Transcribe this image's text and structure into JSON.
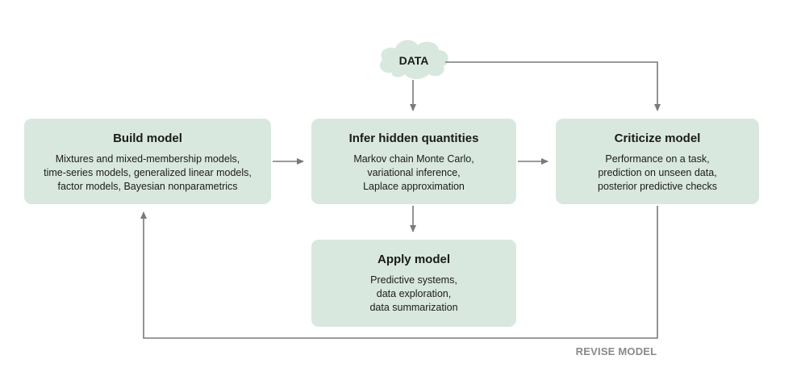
{
  "data_node": {
    "label": "DATA"
  },
  "build": {
    "title": "Build model",
    "lines": [
      "Mixtures and mixed-membership models,",
      "time-series models, generalized linear models,",
      "factor models, Bayesian nonparametrics"
    ]
  },
  "infer": {
    "title": "Infer hidden quantities",
    "lines": [
      "Markov chain Monte Carlo,",
      "variational inference,",
      "Laplace approximation"
    ]
  },
  "critic": {
    "title": "Criticize model",
    "lines": [
      "Performance on a task,",
      "prediction on unseen data,",
      "posterior predictive checks"
    ]
  },
  "apply": {
    "title": "Apply model",
    "lines": [
      "Predictive systems,",
      "data exploration,",
      "data summarization"
    ]
  },
  "revise_label": "REVISE MODEL",
  "colors": {
    "box_fill": "#d9e8df",
    "arrow": "#7a7a7a",
    "revise_text": "#8a8a8a"
  }
}
